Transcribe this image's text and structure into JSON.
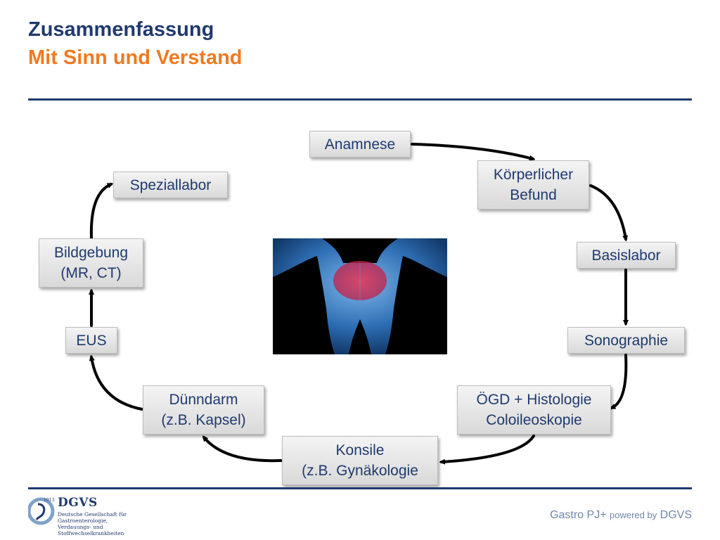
{
  "header": {
    "title": "Zusammenfassung",
    "subtitle": "Mit Sinn und Verstand"
  },
  "diagram": {
    "nodes": {
      "anamnese": [
        "Anamnese"
      ],
      "koerper": [
        "Körperlicher",
        "Befund"
      ],
      "basis": [
        "Basislabor"
      ],
      "sono": [
        "Sonographie"
      ],
      "oegd": [
        "ÖGD + Histologie",
        "Coloileoskopie"
      ],
      "konsile": [
        "Konsile",
        "(z.B. Gynäkologie"
      ],
      "duenn": [
        "Dünndarm",
        "(z.B. Kapsel)"
      ],
      "eus": [
        "EUS"
      ],
      "bild": [
        "Bildgebung",
        "(MR, CT)"
      ],
      "spezial": [
        "Speziallabor"
      ]
    }
  },
  "logo": {
    "year": "1913",
    "name": "DGVS",
    "sub_lines": [
      "Deutsche Gesellschaft für",
      "Gastroenterologie,",
      "Verdauungs- und",
      "Stoffwechselkrankheiten"
    ]
  },
  "footer": {
    "part1": "Gastro PJ+ ",
    "part2": "powered by",
    "part3": " DGVS"
  },
  "colors": {
    "title": "#1f3a6e",
    "subtitle": "#f07a20",
    "footer": "#6f86a8"
  }
}
